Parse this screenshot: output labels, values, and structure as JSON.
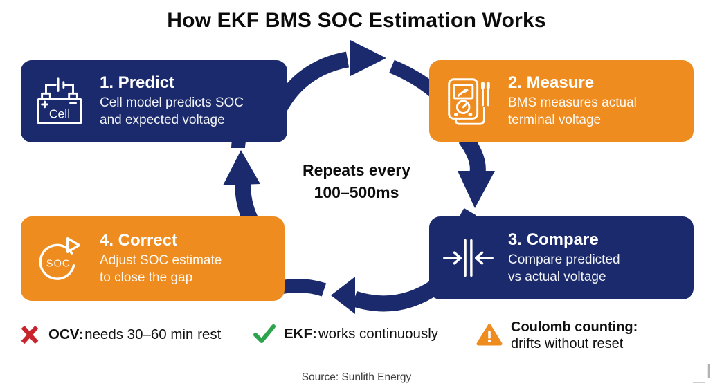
{
  "title": "How EKF BMS SOC Estimation Works",
  "center_label": {
    "line1": "Repeats every",
    "line2": "100–500ms"
  },
  "steps": {
    "predict": {
      "title": "1. Predict",
      "desc1": "Cell model predicts SOC",
      "desc2": "and expected voltage",
      "icon_label": "Cell"
    },
    "measure": {
      "title": "2. Measure",
      "desc1": "BMS measures actual",
      "desc2": "terminal voltage"
    },
    "compare": {
      "title": "3. Compare",
      "desc1": "Compare predicted",
      "desc2": "vs actual voltage"
    },
    "correct": {
      "title": "4. Correct",
      "desc1": "Adjust SOC estimate",
      "desc2": "to close the gap",
      "icon_label": "SOC"
    }
  },
  "legend": {
    "ocv": {
      "label": "OCV:",
      "text": "needs 30–60 min rest"
    },
    "ekf": {
      "label": "EKF:",
      "text": "works continuously"
    },
    "coulomb": {
      "label": "Coulomb counting:",
      "text": "drifts without reset"
    }
  },
  "source": "Source: Sunlith Energy",
  "icons": {
    "predict": "battery-cell-icon",
    "measure": "multimeter-icon",
    "compare": "converging-arrows-icon",
    "correct": "soc-refresh-icon",
    "ocv": "cross-x-icon",
    "ekf": "check-icon",
    "coulomb": "warning-triangle-icon"
  },
  "colors": {
    "navy": "#1a2a6c",
    "orange": "#ee8c1f",
    "red": "#c8242e",
    "green": "#2ca44e"
  }
}
